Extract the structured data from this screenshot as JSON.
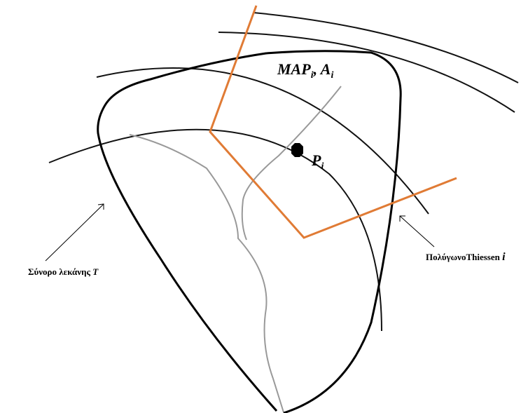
{
  "labels": {
    "map_var": "MAP",
    "map_sub": "i",
    "area_var": "A",
    "area_sub": "i",
    "point_var": "P",
    "point_sub": "i",
    "basin_text": "Σύνορο λεκάνης ",
    "basin_var": "T",
    "thiessen_text": "ΠολύγωνοThiessen ",
    "thiessen_var": "i"
  },
  "colors": {
    "boundary": "#000000",
    "isohyets": "#111111",
    "thiessen": "#e07b35",
    "streams": "#999999",
    "gauge": "#000000"
  }
}
